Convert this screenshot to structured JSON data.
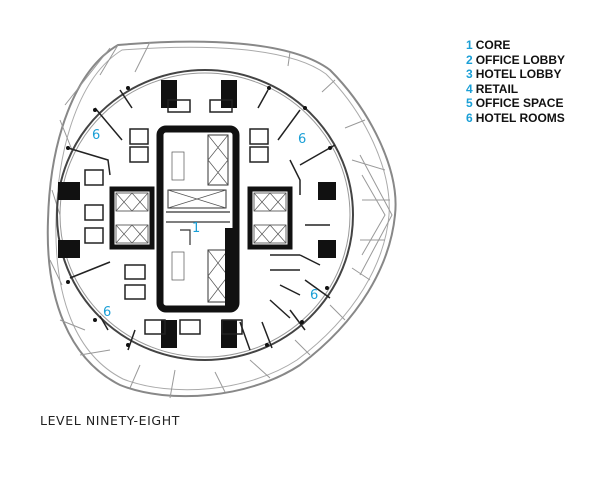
{
  "title": "LEVEL NINETY-EIGHT",
  "legend": [
    {
      "number": "1",
      "label": "CORE"
    },
    {
      "number": "2",
      "label": "OFFICE LOBBY"
    },
    {
      "number": "3",
      "label": "HOTEL LOBBY"
    },
    {
      "number": "4",
      "label": "RETAIL"
    },
    {
      "number": "5",
      "label": "OFFICE SPACE"
    },
    {
      "number": "6",
      "label": "HOTEL ROOMS"
    }
  ],
  "plan_labels": {
    "core": "1",
    "hotel_rooms": "6"
  },
  "colors": {
    "accent": "#1a9fd6",
    "walls": "#111111",
    "shell": "#8a8a8a"
  }
}
